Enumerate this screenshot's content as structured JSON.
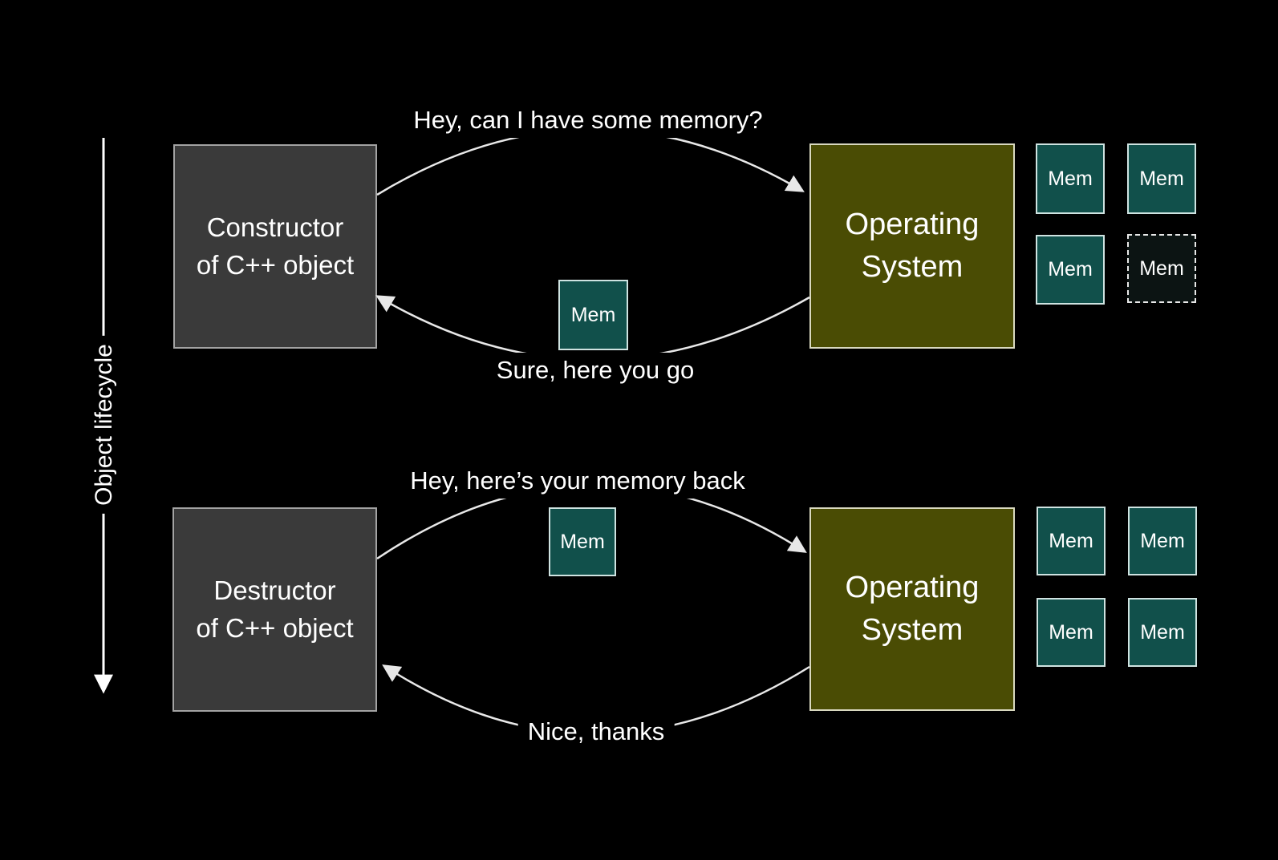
{
  "colors": {
    "background": "#000000",
    "gray_box_fill": "#3a3a3a",
    "gray_box_border": "#a3a3a3",
    "olive_box_fill": "#4a4c04",
    "olive_box_border": "#d9d9c0",
    "teal_mem_fill": "#11504b",
    "teal_mem_border": "#cfe3e1",
    "dashed_mem_fill": "#0c1413",
    "arrow_stroke": "#e8e8e8",
    "text": "#ffffff"
  },
  "lifecycle_axis": {
    "label": "Object lifecycle"
  },
  "top_section": {
    "constructor_box": {
      "line1": "Constructor",
      "line2": "of C++ object"
    },
    "os_box": {
      "line1": "Operating",
      "line2": "System"
    },
    "request_message": "Hey, can I have some memory?",
    "response_message": "Sure, here you go",
    "mem_in_transit": {
      "label": "Mem"
    },
    "mem_grid": {
      "cells": [
        {
          "label": "Mem",
          "style": "solid"
        },
        {
          "label": "Mem",
          "style": "solid"
        },
        {
          "label": "Mem",
          "style": "solid"
        },
        {
          "label": "Mem",
          "style": "dashed"
        }
      ]
    }
  },
  "bottom_section": {
    "destructor_box": {
      "line1": "Destructor",
      "line2": "of C++ object"
    },
    "os_box": {
      "line1": "Operating",
      "line2": "System"
    },
    "request_message": "Hey, here’s your memory back",
    "response_message": "Nice, thanks",
    "mem_in_transit": {
      "label": "Mem"
    },
    "mem_grid": {
      "cells": [
        {
          "label": "Mem",
          "style": "solid"
        },
        {
          "label": "Mem",
          "style": "solid"
        },
        {
          "label": "Mem",
          "style": "solid"
        },
        {
          "label": "Mem",
          "style": "solid"
        }
      ]
    }
  }
}
